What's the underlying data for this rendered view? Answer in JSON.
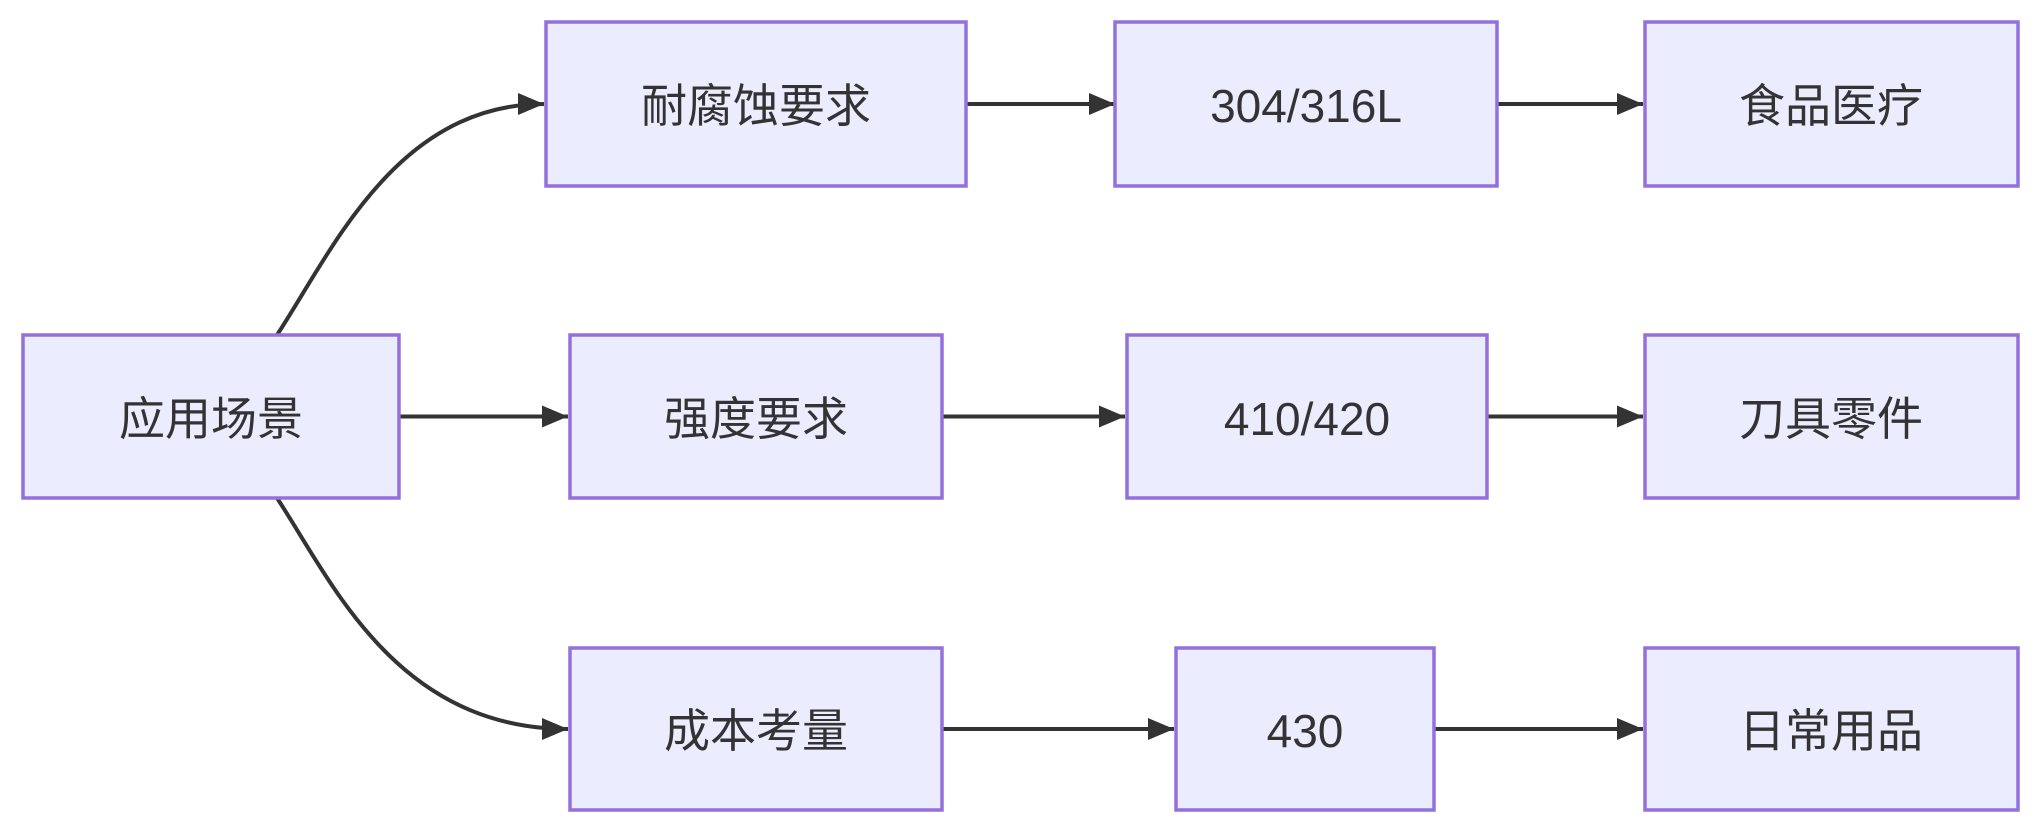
{
  "diagram": {
    "title": "stainless-steel application selection flowchart",
    "colors": {
      "background": "#ffffff",
      "node_fill": "#ECECFF",
      "node_border": "#9370DB",
      "edge_color": "#333333",
      "text_color": "#333333"
    },
    "root": {
      "label": "应用场景"
    },
    "branches": [
      {
        "criterion": "耐腐蚀要求",
        "grade": "304/316L",
        "application": "食品医疗"
      },
      {
        "criterion": "强度要求",
        "grade": "410/420",
        "application": "刀具零件"
      },
      {
        "criterion": "成本考量",
        "grade": "430",
        "application": "日常用品"
      }
    ]
  }
}
